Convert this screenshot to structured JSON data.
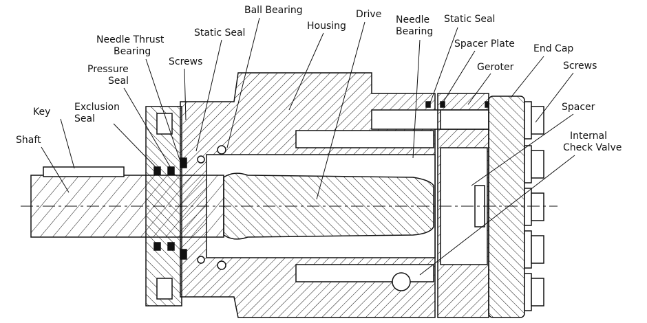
{
  "colors": {
    "ink": "#111111",
    "background": "#ffffff"
  },
  "labels": {
    "ball_bearing": "Ball Bearing",
    "drive": "Drive",
    "housing": "Housing",
    "needle_bearing_1": "Needle",
    "needle_bearing_2": "Bearing",
    "static_seal_right": "Static Seal",
    "spacer_plate": "Spacer Plate",
    "end_cap": "End Cap",
    "geroter": "Geroter",
    "screws_right": "Screws",
    "spacer": "Spacer",
    "check_valve_1": "Internal",
    "check_valve_2": "Check Valve",
    "needle_thrust_1": "Needle Thrust",
    "needle_thrust_2": "Bearing",
    "static_seal_left": "Static Seal",
    "screws_left": "Screws",
    "pressure_seal_1": "Pressure",
    "pressure_seal_2": "Seal",
    "exclusion_seal_1": "Exclusion",
    "exclusion_seal_2": "Seal",
    "key": "Key",
    "shaft": "Shaft"
  }
}
